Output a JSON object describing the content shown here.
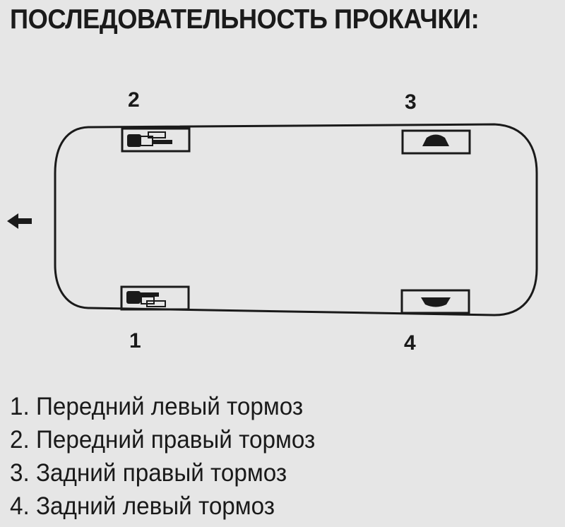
{
  "title": "ПОСЛЕДОВАТЕЛЬНОСТЬ ПРОКАЧКИ:",
  "wheels": {
    "front_left_number": "1",
    "front_right_number": "2",
    "rear_right_number": "3",
    "rear_left_number": "4"
  },
  "legend": [
    "1.  Передний левый тормоз",
    "2.  Передний правый тормоз",
    "3.  Задний правый тормоз",
    "4.  Задний левый тормоз"
  ],
  "colors": {
    "background": "#e6e6e6",
    "ink": "#1a1a1a"
  },
  "icons": {
    "direction": "arrow-left-icon",
    "front_brake": "front-brake-caliper-icon",
    "rear_brake": "rear-brake-drum-icon"
  }
}
